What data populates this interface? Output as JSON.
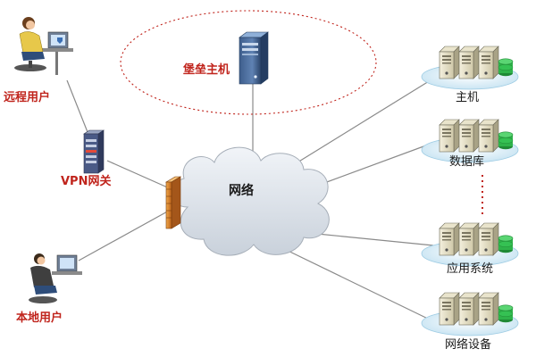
{
  "labels": {
    "bastion": "堡垒主机",
    "network": "网络",
    "remote_user": "远程用户",
    "vpn_gateway": "VPN网关",
    "local_user": "本地用户",
    "host": "主机",
    "database": "数据库",
    "app_system": "应用系统",
    "net_device": "网络设备"
  },
  "colors": {
    "accent_red": "#c0241c",
    "cloud_fill": "#dfe5ec",
    "platform_fill": "#d6ecf6",
    "disk_green": "#2fb34a",
    "firewall_orange": "#e08a2a"
  },
  "icons": {
    "bastion": "server-tower-icon",
    "remote_user": "user-at-desk-icon",
    "local_user": "user-at-desk-icon",
    "vpn": "vpn-appliance-icon",
    "firewall": "firewall-icon",
    "servers": "server-group-icon"
  }
}
